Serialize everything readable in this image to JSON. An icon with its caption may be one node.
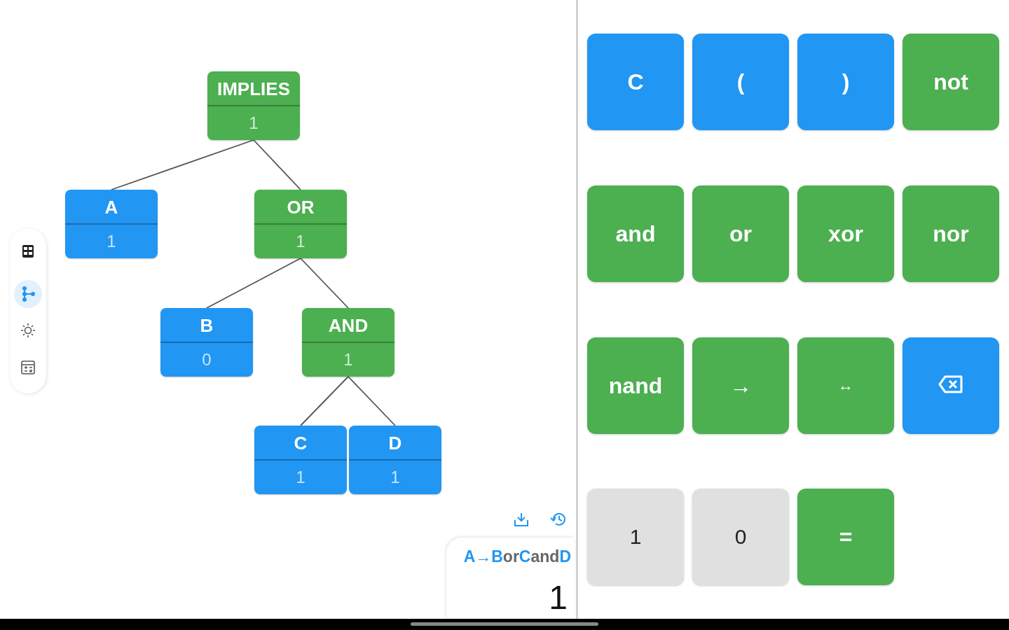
{
  "diagram": {
    "nodes": [
      {
        "text": [
          "IMPLIES",
          "1"
        ]
      },
      {
        "text": [
          "A",
          "1"
        ]
      },
      {
        "text": [
          "OR",
          "1"
        ]
      },
      {
        "text": [
          "B",
          "0"
        ]
      },
      {
        "text": [
          "AND",
          "1"
        ]
      },
      {
        "text": [
          "C",
          "1"
        ]
      },
      {
        "text": [
          "D",
          "1"
        ]
      }
    ],
    "edges": [
      {
        "from": 0,
        "to": 1,
        "arrow": "none"
      },
      {
        "from": 0,
        "to": 2,
        "arrow": "none"
      },
      {
        "from": 2,
        "to": 3,
        "arrow": "none"
      },
      {
        "from": 2,
        "to": 4,
        "arrow": "none"
      },
      {
        "from": 4,
        "to": 5,
        "arrow": "none"
      },
      {
        "from": 4,
        "to": 6,
        "arrow": "none"
      }
    ],
    "labels": [
      "C",
      "(",
      ")",
      "not",
      "and",
      "or",
      "xor",
      "nor",
      "nand",
      "→",
      "↔",
      "1",
      "0",
      "=",
      "A→BorCandD",
      "1"
    ]
  }
}
